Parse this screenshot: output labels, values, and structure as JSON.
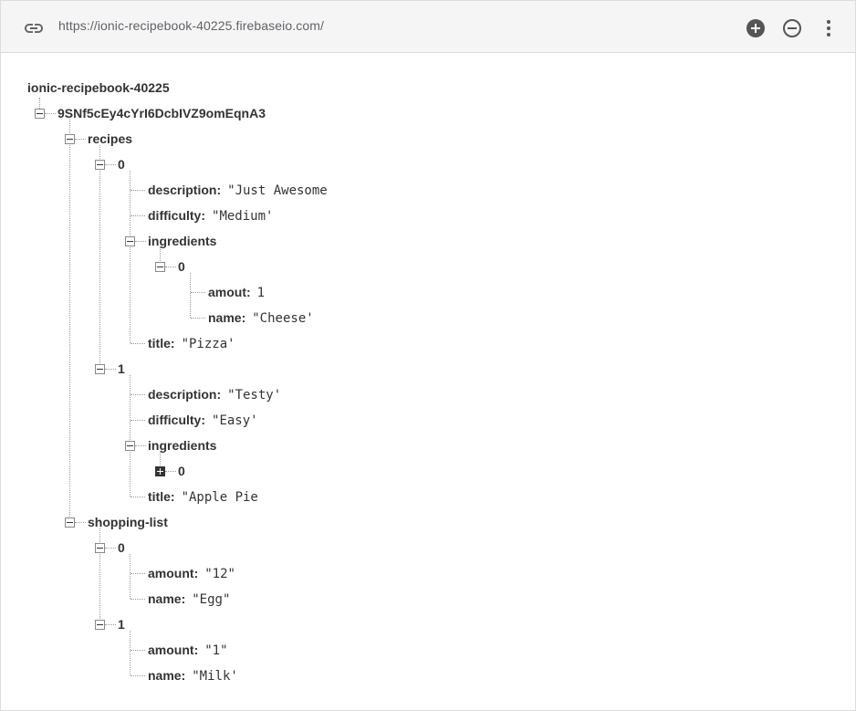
{
  "urlbar": {
    "url": "https://ionic-recipebook-40225.firebaseio.com/",
    "icons": {
      "link": "link-icon",
      "add": "add-circle-icon",
      "remove": "remove-circle-icon",
      "more": "more-vert-icon"
    }
  },
  "tree": {
    "root": "ionic-recipebook-40225",
    "id": "9SNf5cEy4cYrI6DcbIVZ9omEqnA3",
    "recipes": "recipes",
    "r0": {
      "index": "0",
      "description_key": "description",
      "description_val": "\"Just Awesome",
      "difficulty_key": "difficulty",
      "difficulty_val": "\"Medium'",
      "ingredients_key": "ingredients",
      "ing0_index": "0",
      "amout_key": "amout",
      "amout_val": "1",
      "name_key": "name",
      "name_val": "\"Cheese'",
      "title_key": "title",
      "title_val": "\"Pizza'"
    },
    "r1": {
      "index": "1",
      "description_key": "description",
      "description_val": "\"Testy'",
      "difficulty_key": "difficulty",
      "difficulty_val": "\"Easy'",
      "ingredients_key": "ingredients",
      "ing0_index": "0",
      "title_key": "title",
      "title_val": "\"Apple Pie"
    },
    "shopping": "shopping-list",
    "s0": {
      "index": "0",
      "amount_key": "amount",
      "amount_val": "\"12\"",
      "name_key": "name",
      "name_val": "\"Egg\""
    },
    "s1": {
      "index": "1",
      "amount_key": "amount",
      "amount_val": "\"1\"",
      "name_key": "name",
      "name_val": "\"Milk'"
    }
  }
}
